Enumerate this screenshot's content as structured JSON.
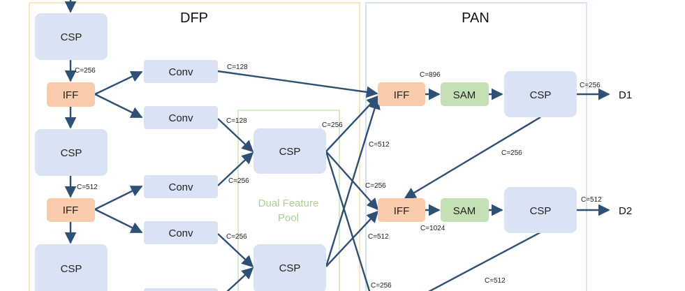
{
  "titles": {
    "dfp": "DFP",
    "pan": "PAN",
    "pool_line1": "Dual Feature",
    "pool_line2": "Pool"
  },
  "colors": {
    "csp_fill": "#dae3f3",
    "conv_fill": "#dae3f3",
    "iff_fill": "#f8cbad",
    "sam_fill": "#c5e0b4",
    "arrow": "#2f5075",
    "dfp_border": "#fbe7bf",
    "pan_border": "#d6e3f1",
    "pool_border": "#d7ebc9"
  },
  "blocks": {
    "csp": "CSP",
    "conv": "Conv",
    "iff": "IFF",
    "sam": "SAM"
  },
  "outputs": {
    "d1": "D1",
    "d2": "D2"
  },
  "labels": {
    "c256_top": "C=256",
    "c512_mid": "C=512",
    "conv1_out": "C=128",
    "conv2_out": "C=128",
    "conv3_out": "C=256",
    "conv4_out": "C=256",
    "pool_csp1_out": "C=256",
    "c512_to_iff1": "C=512",
    "c256_to_iff2": "C=256",
    "c512_low": "C=512",
    "c256_bottom": "C=256",
    "iff1_c": "C=896",
    "iff2_c": "C=1024",
    "d1_c": "C=256",
    "d2_c": "C=512",
    "csp1_to_iff2": "C=256",
    "csp2_down": "C=512"
  }
}
